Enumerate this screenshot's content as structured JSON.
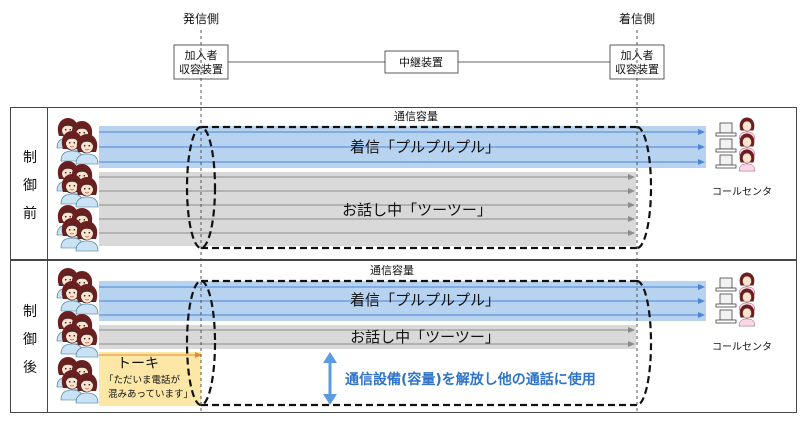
{
  "labels": {
    "origin_side": "発信側",
    "dest_side": "着信側",
    "subscriber_switch_line1": "加入者",
    "subscriber_switch_line2": "収容装置",
    "relay_switch": "中継装置",
    "capacity": "通信容量",
    "callcenter": "コールセンタ"
  },
  "before": {
    "side_label": [
      "制",
      "御",
      "前"
    ],
    "incoming_text": "着信「プルプルプル」",
    "busy_text": "お話し中「ツーツー」"
  },
  "after": {
    "side_label": [
      "制",
      "御",
      "後"
    ],
    "incoming_text": "着信「プルプルプル」",
    "busy_text": "お話し中「ツーツー」",
    "talkie_title": "トーキ",
    "talkie_line1": "「ただいま電話が",
    "talkie_line2": "混みあっています」",
    "release_text": "通信設備(容量)を解放し他の通話に使用"
  },
  "colors": {
    "incoming_band": "#b7d3f0",
    "incoming_arrow": "#4a86d4",
    "busy_band": "#d9d9d9",
    "busy_arrow": "#8c8c8c",
    "talkie_box": "#fde7a6",
    "release_text": "#2f74c8",
    "release_arrow": "#5b9be0",
    "person_hair": "#6b1f1f",
    "person_shirt": "#c9e3f4"
  },
  "icons": {
    "person": "female-operator-icon",
    "callcenter": "call-center-desk-icon"
  }
}
